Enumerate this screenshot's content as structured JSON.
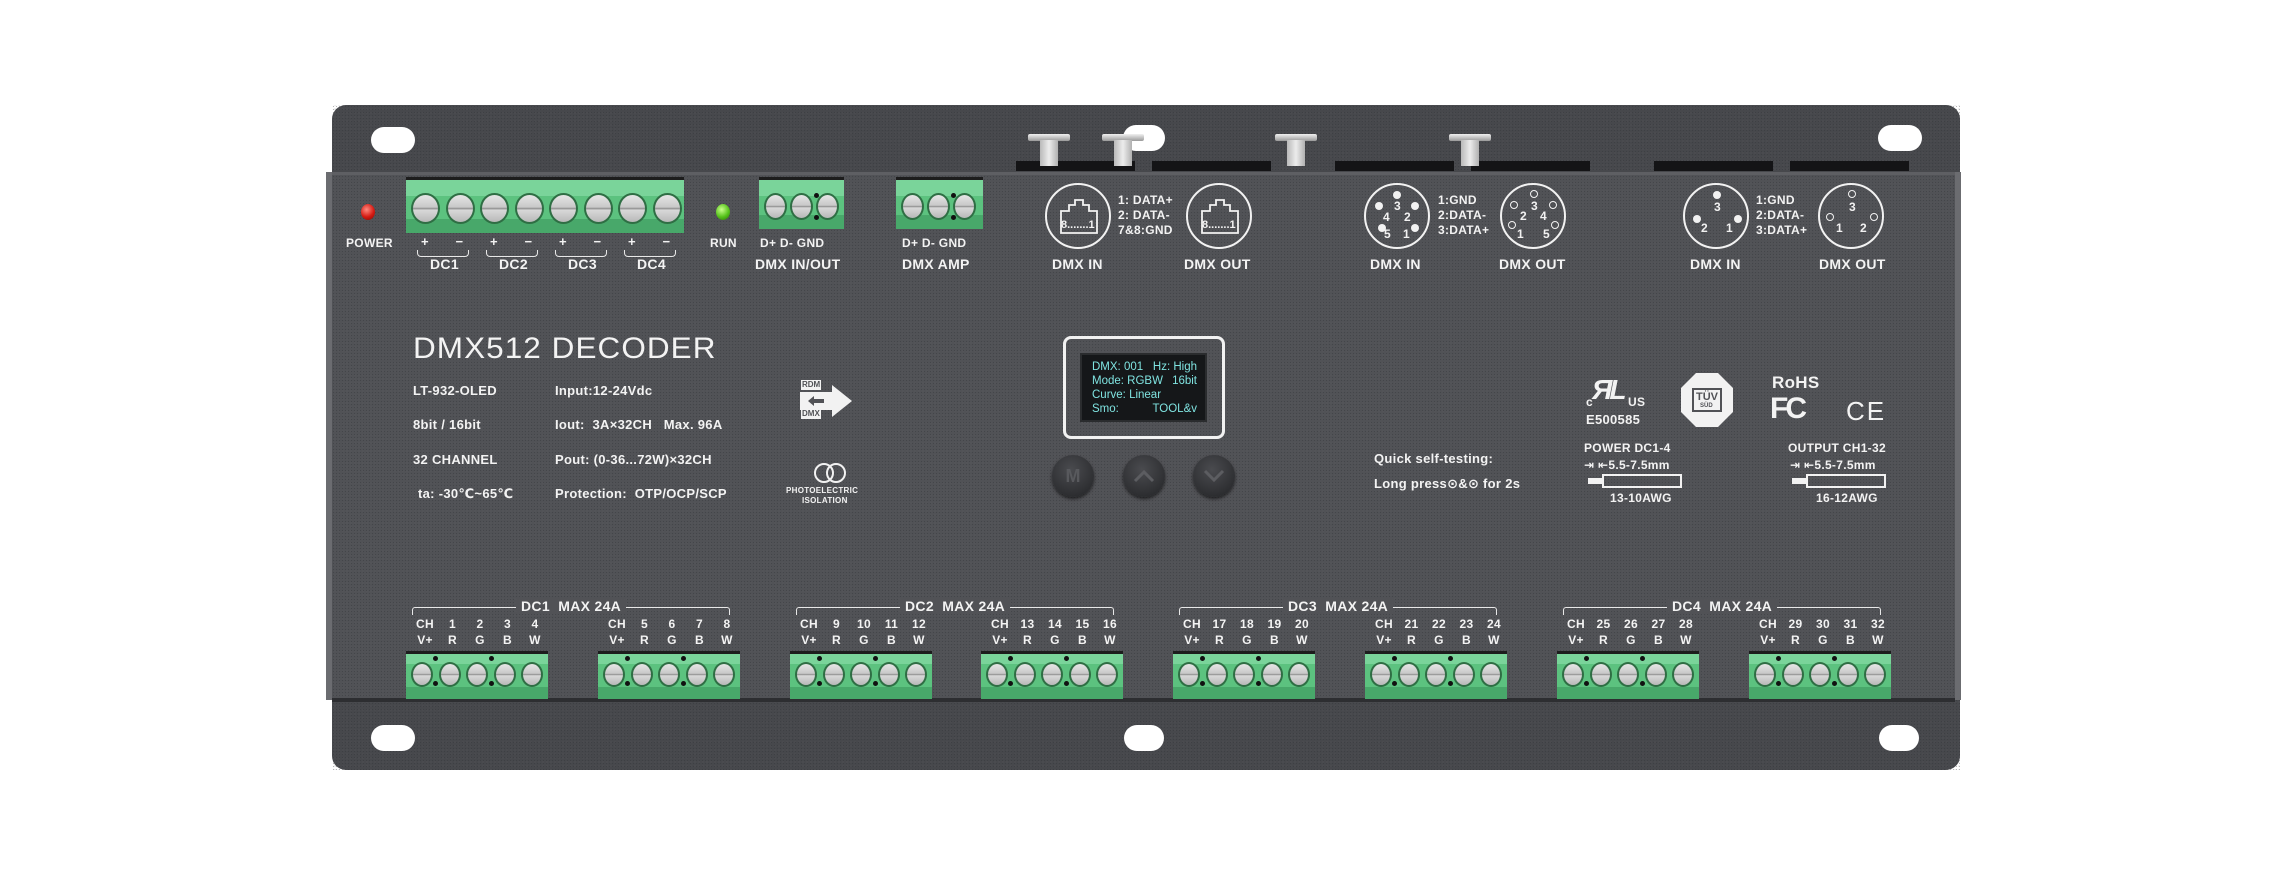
{
  "device": {
    "title": "DMX512 DECODER",
    "model": "LT-932-OLED",
    "specs_left": [
      "LT-932-OLED",
      "8bit / 16bit",
      "32 CHANNEL",
      "ta: -30℃~65℃"
    ],
    "specs_right": [
      "Input:12-24Vdc",
      "Iout:  3A×32CH   Max. 96A",
      "Pout: (0-36...72W)×32CH",
      "Protection:  OTP/OCP/SCP"
    ],
    "colors": {
      "housing": "#515256",
      "flange": "#47484c",
      "terminal_green": "#5cc27f",
      "oled_text": "#7fe3e0",
      "led_power": "#d41a12",
      "led_run": "#55c21a"
    }
  },
  "top_panel": {
    "power_led_label": "POWER",
    "run_led_label": "RUN",
    "dc_polarity": [
      "+",
      "−",
      "+",
      "−",
      "+",
      "−",
      "+",
      "−"
    ],
    "dc_inputs": [
      "DC1",
      "DC2",
      "DC3",
      "DC4"
    ],
    "dmx_terminal_pins": "D+  D-  GND",
    "dmx_inout_label": "DMX  IN/OUT",
    "dmx_amp_label": "DMX  AMP",
    "rj45": {
      "in_label": "DMX  IN",
      "out_label": "DMX OUT",
      "pin_text": "8.......1",
      "legend": [
        "1: DATA+",
        "2: DATA-",
        "7&8:GND"
      ]
    },
    "xlr5": {
      "in_label": "DMX  IN",
      "out_label": "DMX  OUT",
      "legend": [
        "1:GND",
        "2:DATA-",
        "3:DATA+"
      ],
      "pins": [
        "1",
        "2",
        "3",
        "4",
        "5"
      ]
    },
    "xlr3": {
      "in_label": "DMX  IN",
      "out_label": "DMX OUT",
      "legend": [
        "1:GND",
        "2:DATA-",
        "3:DATA+"
      ],
      "pins": [
        "1",
        "2",
        "3"
      ]
    }
  },
  "badges": {
    "rdm_top": "RDM",
    "rdm_bottom": "DMX",
    "isolation_line1": "PHOTOELECTRIC",
    "isolation_line2": "ISOLATION"
  },
  "oled": {
    "rows": [
      [
        "DMX: 001",
        "Hz: High"
      ],
      [
        "Mode: RGBW",
        "16bit"
      ],
      [
        "Curve: Linear",
        ""
      ],
      [
        "Smo:",
        "TOOL&v"
      ]
    ]
  },
  "buttons": {
    "menu": "M",
    "up": "up-chevron",
    "down": "down-chevron"
  },
  "self_test": {
    "line1": "Quick self-testing:",
    "line2": "Long press⊙&⊙ for 2s"
  },
  "certifications": {
    "ul_c": "c",
    "ul_us": "US",
    "ul_file": "E500585",
    "tuv": "TÜV",
    "tuv_sub": "SÜD",
    "rohs": "RoHS",
    "fcc": "FC",
    "ce": "CE"
  },
  "wiring": {
    "power": {
      "title": "POWER  DC1-4",
      "strip": "⇥  ⇤5.5-7.5mm",
      "awg": "13-10AWG"
    },
    "output": {
      "title": "OUTPUT CH1-32",
      "strip": "⇥  ⇤5.5-7.5mm",
      "awg": "16-12AWG"
    }
  },
  "output_groups": [
    {
      "title": "DC1  MAX 24A",
      "blocks": [
        {
          "nums": [
            "CH",
            "1",
            "2",
            "3",
            "4"
          ],
          "pins": [
            "V+",
            "R",
            "G",
            "B",
            "W"
          ]
        },
        {
          "nums": [
            "CH",
            "5",
            "6",
            "7",
            "8"
          ],
          "pins": [
            "V+",
            "R",
            "G",
            "B",
            "W"
          ]
        }
      ]
    },
    {
      "title": "DC2  MAX 24A",
      "blocks": [
        {
          "nums": [
            "CH",
            "9",
            "10",
            "11",
            "12"
          ],
          "pins": [
            "V+",
            "R",
            "G",
            "B",
            "W"
          ]
        },
        {
          "nums": [
            "CH",
            "13",
            "14",
            "15",
            "16"
          ],
          "pins": [
            "V+",
            "R",
            "G",
            "B",
            "W"
          ]
        }
      ]
    },
    {
      "title": "DC3  MAX 24A",
      "blocks": [
        {
          "nums": [
            "CH",
            "17",
            "18",
            "19",
            "20"
          ],
          "pins": [
            "V+",
            "R",
            "G",
            "B",
            "W"
          ]
        },
        {
          "nums": [
            "CH",
            "21",
            "22",
            "23",
            "24"
          ],
          "pins": [
            "V+",
            "R",
            "G",
            "B",
            "W"
          ]
        }
      ]
    },
    {
      "title": "DC4  MAX 24A",
      "blocks": [
        {
          "nums": [
            "CH",
            "25",
            "26",
            "27",
            "28"
          ],
          "pins": [
            "V+",
            "R",
            "G",
            "B",
            "W"
          ]
        },
        {
          "nums": [
            "CH",
            "29",
            "30",
            "31",
            "32"
          ],
          "pins": [
            "V+",
            "R",
            "G",
            "B",
            "W"
          ]
        }
      ]
    }
  ]
}
